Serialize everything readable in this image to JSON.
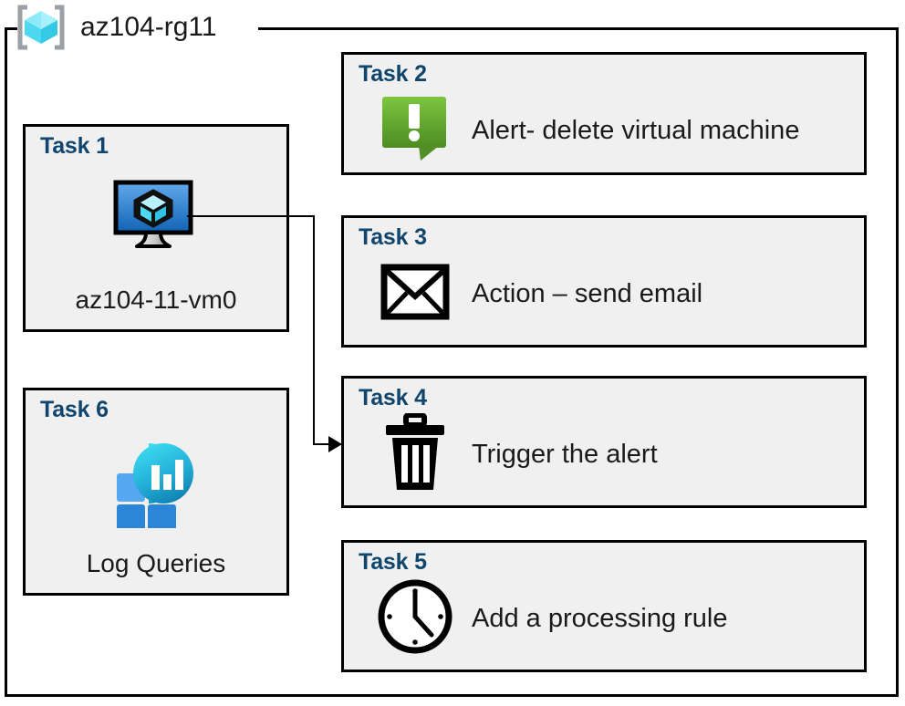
{
  "resource_group": {
    "name": "az104-rg11",
    "icon": "azure-resource-group-icon"
  },
  "cards": {
    "task1": {
      "title": "Task 1",
      "label": "az104-11-vm0",
      "icon": "virtual-machine-icon"
    },
    "task2": {
      "title": "Task 2",
      "label": "Alert- delete virtual machine",
      "icon": "alert-callout-icon"
    },
    "task3": {
      "title": "Task 3",
      "label": "Action – send email",
      "icon": "envelope-icon"
    },
    "task4": {
      "title": "Task 4",
      "label": "Trigger the alert",
      "icon": "trash-can-icon"
    },
    "task5": {
      "title": "Task 5",
      "label": "Add a processing rule",
      "icon": "clock-icon"
    },
    "task6": {
      "title": "Task 6",
      "label": "Log Queries",
      "icon": "log-analytics-icon"
    }
  },
  "connector": {
    "from": "task1-vm-icon",
    "to": "task4-card",
    "arrow": "arrowhead-right"
  },
  "colors": {
    "task_title": "#10466e",
    "card_background": "#f0f0f0",
    "card_border": "#000000",
    "alert_green_light": "#7cc242",
    "alert_green_dark": "#4e8b1f",
    "vm_blue_light": "#5ba3e8",
    "vm_blue_dark": "#1466b8",
    "log_tile_blue": "#3b8fdd",
    "log_blob_cyan": "#32c8e8",
    "log_blob_teal": "#1386b4",
    "rg_cube_cyan": "#6fe3f7",
    "rg_bracket_gray": "#9aa0a6",
    "page_background": "#ffffff"
  }
}
